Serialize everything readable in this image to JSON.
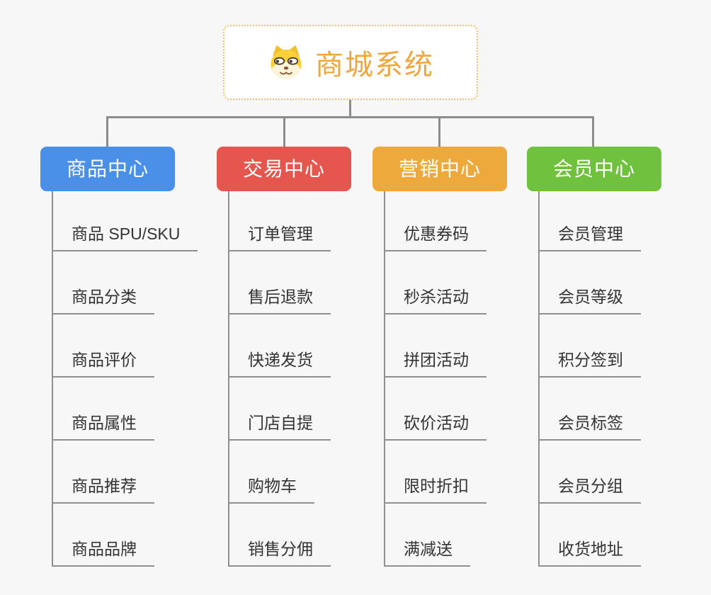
{
  "root": {
    "title": "商城系统",
    "icon": "dog-face-icon"
  },
  "branches": [
    {
      "label": "商品中心",
      "color": "#4a90e8",
      "children": [
        "商品 SPU/SKU",
        "商品分类",
        "商品评价",
        "商品属性",
        "商品推荐",
        "商品品牌"
      ]
    },
    {
      "label": "交易中心",
      "color": "#e5564f",
      "children": [
        "订单管理",
        "售后退款",
        "快递发货",
        "门店自提",
        "购物车",
        "销售分佣"
      ]
    },
    {
      "label": "营销中心",
      "color": "#eda93b",
      "children": [
        "优惠券码",
        "秒杀活动",
        "拼团活动",
        "砍价活动",
        "限时折扣",
        "满减送"
      ]
    },
    {
      "label": "会员中心",
      "color": "#6fc13e",
      "children": [
        "会员管理",
        "会员等级",
        "积分签到",
        "会员标签",
        "会员分组",
        "收货地址"
      ]
    }
  ],
  "colors": {
    "background": "#f7f7f7",
    "root_accent": "#f0a63f",
    "root_border": "#f2c071",
    "connector_line": "#8c8c8c",
    "child_underline": "#8f8f8f",
    "child_text": "#333333"
  }
}
